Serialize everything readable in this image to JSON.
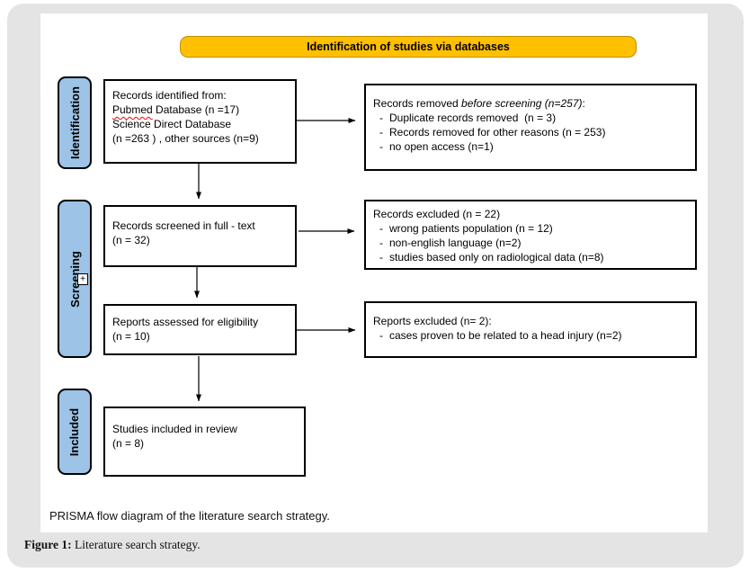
{
  "figure": {
    "banner_label": "Identification of studies via databases",
    "stages": [
      {
        "label": "Identification"
      },
      {
        "label": "Screening"
      },
      {
        "label": "Included"
      }
    ],
    "chars": {
      "bullet_dash": "-",
      "plus": "+"
    },
    "boxes": {
      "identified": {
        "line1": "Records identified from:",
        "line2_misspelled": "Pubmed",
        "line2_rest": " Database (n =17)",
        "line3": "Science Direct Database",
        "line4": "(n =263 ) , other sources (n=9)"
      },
      "screened": {
        "line1": "Records screened in full - text",
        "line2": "(n = 32)"
      },
      "assessed": {
        "line1": "Reports assessed for eligibility",
        "line2": "(n = 10)"
      },
      "included": {
        "line1": "Studies included in review",
        "line2": "(n = 8)"
      }
    },
    "exclusion_boxes": {
      "removed": {
        "title_prefix": "Records removed ",
        "title_italic": "before screening (n=257)",
        "title_suffix": ":",
        "bullets": [
          "Duplicate records removed  (n = 3)",
          "Records removed for other reasons (n = 253)",
          "no open access (n=1)"
        ]
      },
      "excluded_records": {
        "title": "Records excluded (n = 22)",
        "bullets": [
          "wrong patients population (n = 12)",
          "non-english language (n=2)",
          "studies based only on radiological data (n=8)"
        ]
      },
      "excluded_reports": {
        "title": "Reports excluded (n= 2):",
        "bullets": [
          "cases proven to be related to a head injury (n=2)"
        ]
      }
    },
    "captions": {
      "panel": "PRISMA flow diagram of the literature search strategy.",
      "figure_label": "Figure 1:",
      "figure_text": " Literature search strategy."
    },
    "colors": {
      "banner_fill": "#FFC000",
      "banner_border": "#BF9000",
      "stage_fill": "#9DC3E6",
      "box_border": "#000000",
      "card_bg": "#E4E4E4",
      "squiggle": "#FF0000"
    }
  }
}
